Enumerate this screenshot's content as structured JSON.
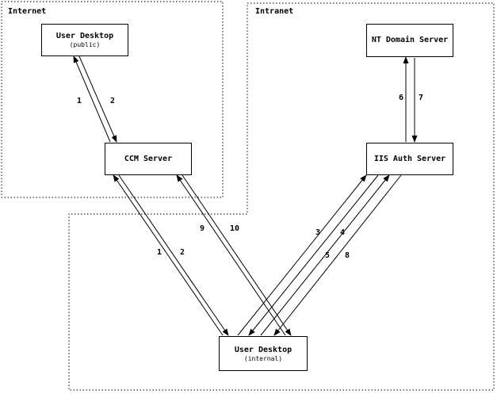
{
  "diagram": {
    "regions": {
      "internet": {
        "label": "Internet"
      },
      "intranet": {
        "label": "Intranet"
      }
    },
    "nodes": {
      "user_desktop_public": {
        "title": "User Desktop",
        "subtitle": "(public)"
      },
      "ccm_server": {
        "title": "CCM Server"
      },
      "nt_domain_server": {
        "title": "NT Domain Server"
      },
      "iis_auth_server": {
        "title": "IIS Auth Server"
      },
      "user_desktop_internal": {
        "title": "User Desktop",
        "subtitle": "(internal)"
      }
    },
    "arrow_labels": {
      "internet_1": "1",
      "internet_2": "2",
      "ccm_1": "1",
      "ccm_2": "2",
      "iis_3": "3",
      "iis_4": "4",
      "iis_5": "5",
      "nt_6": "6",
      "nt_7": "7",
      "iis_8": "8",
      "ccm_9": "9",
      "ccm_10": "10"
    },
    "edges": [
      {
        "label": "1",
        "from": "CCM Server",
        "to": "User Desktop (public)"
      },
      {
        "label": "2",
        "from": "User Desktop (public)",
        "to": "CCM Server"
      },
      {
        "label": "1",
        "from": "User Desktop (internal)",
        "to": "CCM Server"
      },
      {
        "label": "2",
        "from": "CCM Server",
        "to": "User Desktop (internal)"
      },
      {
        "label": "3",
        "from": "User Desktop (internal)",
        "to": "IIS Auth Server"
      },
      {
        "label": "4",
        "from": "IIS Auth Server",
        "to": "User Desktop (internal)"
      },
      {
        "label": "5",
        "from": "User Desktop (internal)",
        "to": "IIS Auth Server"
      },
      {
        "label": "6",
        "from": "IIS Auth Server",
        "to": "NT Domain Server"
      },
      {
        "label": "7",
        "from": "NT Domain Server",
        "to": "IIS Auth Server"
      },
      {
        "label": "8",
        "from": "IIS Auth Server",
        "to": "User Desktop (internal)"
      },
      {
        "label": "9",
        "from": "User Desktop (internal)",
        "to": "CCM Server"
      },
      {
        "label": "10",
        "from": "CCM Server",
        "to": "User Desktop (internal)"
      }
    ],
    "colors": {
      "line": "#000000",
      "background": "#ffffff"
    }
  }
}
